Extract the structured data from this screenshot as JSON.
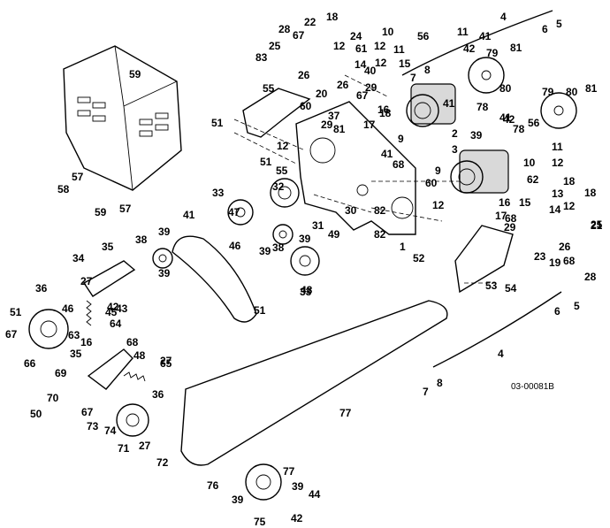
{
  "drawing_number": "03-00081B",
  "callouts": [
    "1",
    "2",
    "3",
    "4",
    "4",
    "5",
    "5",
    "6",
    "6",
    "7",
    "7",
    "8",
    "8",
    "9",
    "9",
    "10",
    "10",
    "11",
    "11",
    "11",
    "12",
    "12",
    "12",
    "12",
    "12",
    "12",
    "12",
    "13",
    "14",
    "14",
    "15",
    "15",
    "16",
    "16",
    "16",
    "17",
    "17",
    "18",
    "18",
    "18",
    "18",
    "19",
    "20",
    "21",
    "22",
    "23",
    "24",
    "25",
    "25",
    "26",
    "26",
    "26",
    "27",
    "27",
    "27",
    "28",
    "28",
    "29",
    "29",
    "29",
    "30",
    "31",
    "32",
    "33",
    "33",
    "34",
    "35",
    "35",
    "36",
    "36",
    "37",
    "38",
    "38",
    "39",
    "39",
    "39",
    "39",
    "39",
    "39",
    "39",
    "40",
    "41",
    "41",
    "41",
    "41",
    "41",
    "42",
    "42",
    "42",
    "42",
    "43",
    "44",
    "45",
    "46",
    "46",
    "47",
    "48",
    "48",
    "49",
    "50",
    "51",
    "51",
    "51",
    "51",
    "52",
    "53",
    "54",
    "55",
    "55",
    "56",
    "56",
    "57",
    "57",
    "58",
    "59",
    "59",
    "60",
    "60",
    "61",
    "62",
    "63",
    "64",
    "65",
    "66",
    "67",
    "67",
    "67",
    "67",
    "68",
    "68",
    "68",
    "68",
    "69",
    "70",
    "71",
    "72",
    "73",
    "74",
    "75",
    "76",
    "77",
    "77",
    "78",
    "78",
    "79",
    "79",
    "80",
    "80",
    "81",
    "81",
    "81",
    "82",
    "82",
    "83"
  ]
}
